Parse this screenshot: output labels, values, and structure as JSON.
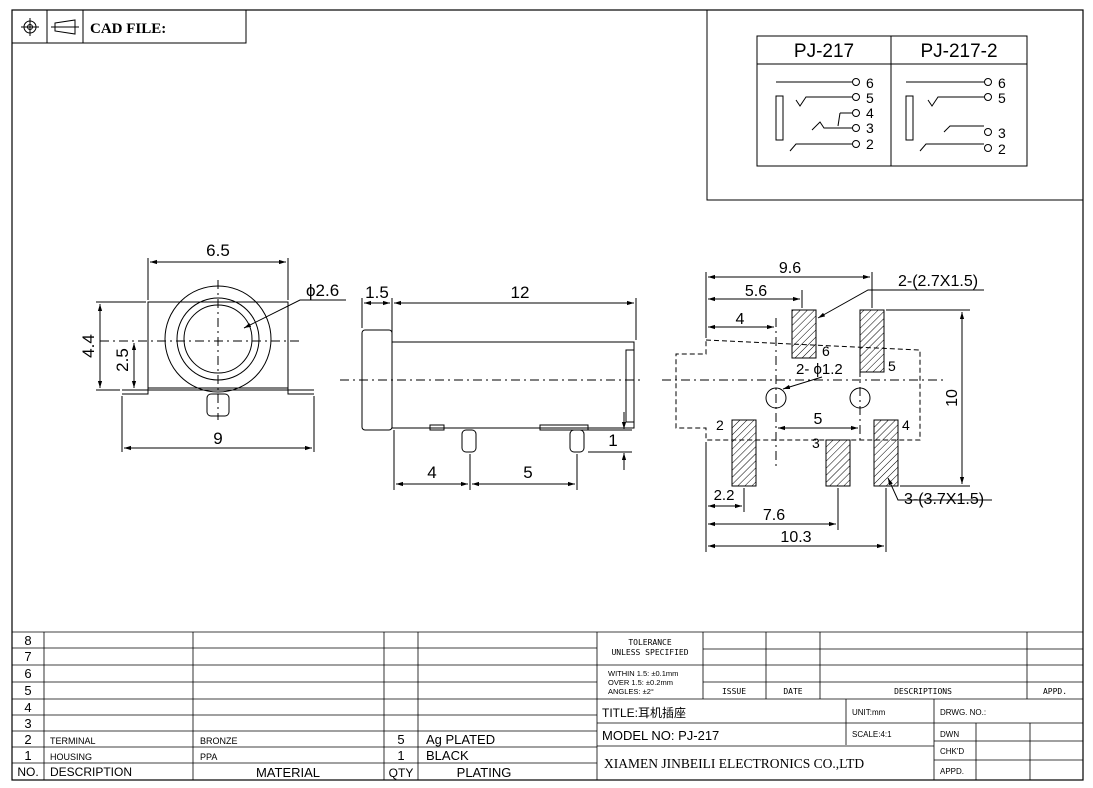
{
  "header": {
    "cad_label": "CAD FILE:"
  },
  "schematic": {
    "variant_a": {
      "name": "PJ-217",
      "pins": [
        "6",
        "5",
        "4",
        "3",
        "2"
      ]
    },
    "variant_b": {
      "name": "PJ-217-2",
      "pins": [
        "6",
        "5",
        "3",
        "2"
      ]
    }
  },
  "front_view": {
    "width": "6.5",
    "hole_dia": "ϕ2.6",
    "height": "4.4",
    "center_height": "2.5",
    "base_width": "9"
  },
  "side_view": {
    "front_len": "1.5",
    "body_len": "12",
    "standoff": "1",
    "pin_gap_a": "4",
    "pin_gap_b": "5"
  },
  "footprint": {
    "dim_9_6": "9.6",
    "dim_5_6": "5.6",
    "dim_4": "4",
    "top_pad_size": "2-(2.7X1.5)",
    "hole_label": "2- ϕ1.2",
    "dim_5": "5",
    "dim_10": "10",
    "bottom_pad_size": "3-(3.7X1.5)",
    "dim_2_2": "2.2",
    "dim_7_6": "7.6",
    "dim_10_3": "10.3",
    "pad_6": "6",
    "pad_5": "5",
    "pad_2": "2",
    "pad_3": "3",
    "pad_4": "4"
  },
  "bom": {
    "empty_rows": [
      "8",
      "7",
      "6",
      "5",
      "4",
      "3"
    ],
    "rows": [
      {
        "no": "2",
        "desc": "TERMINAL",
        "material": "BRONZE",
        "qty": "5",
        "plating": "Ag  PLATED"
      },
      {
        "no": "1",
        "desc": "HOUSING",
        "material": "PPA",
        "qty": "1",
        "plating": "BLACK"
      }
    ],
    "header": {
      "no": "NO.",
      "desc": "DESCRIPTION",
      "material": "MATERIAL",
      "qty": "QTY",
      "plating": "PLATING"
    }
  },
  "titleblock": {
    "tolerance_line1": "TOLERANCE",
    "tolerance_line2": "UNLESS  SPECIFIED",
    "within": "WITHIN  1.5: ±0.1mm",
    "over": "OVER  1.5:  ±0.2mm",
    "angles": "ANGLES: ±2°",
    "issue": "ISSUE",
    "date": "DATE",
    "descriptions": "DESCRIPTIONS",
    "appd": "APPD.",
    "title": "TITLE:耳机插座",
    "unit": "UNIT:mm",
    "drwg_no": "DRWG. NO.:",
    "model": "MODEL  NO: PJ-217",
    "scale": "SCALE:4:1",
    "dwn": "DWN",
    "chkd": "CHK'D",
    "company": "XIAMEN JINBEILI ELECTRONICS CO.,LTD",
    "appd2": "APPD."
  }
}
